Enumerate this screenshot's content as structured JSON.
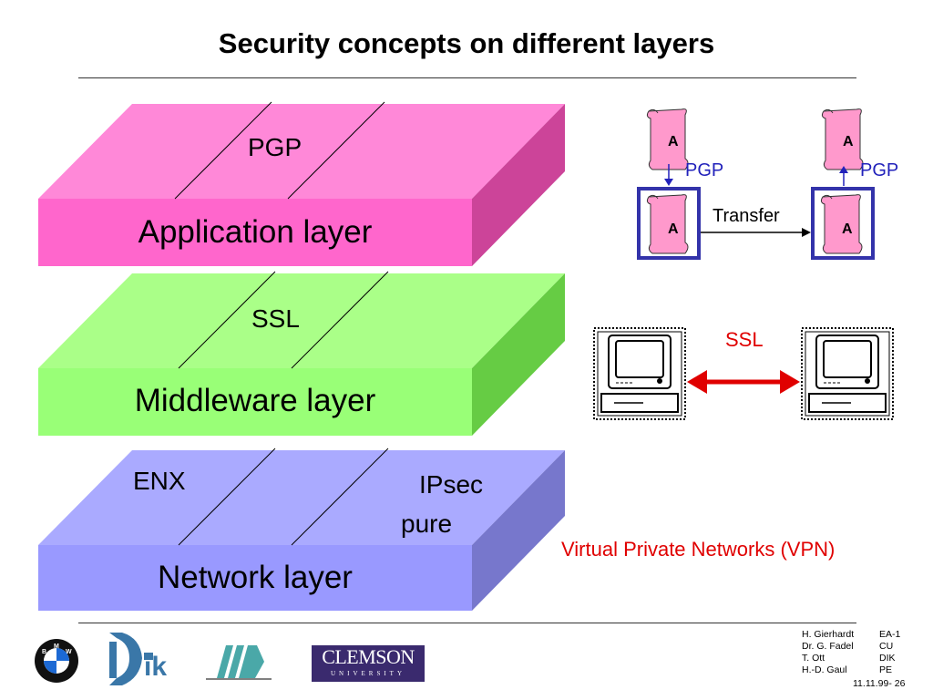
{
  "slide": {
    "title": "Security concepts on different layers"
  },
  "layers": {
    "application": {
      "label": "Application layer",
      "protocol": "PGP",
      "front": "#ff66cc",
      "top": "#ff88d8",
      "side": "#cc4499"
    },
    "middleware": {
      "label": "Middleware layer",
      "protocol": "SSL",
      "front": "#99ff77",
      "top": "#aaff88",
      "side": "#66cc44"
    },
    "network": {
      "label": "Network layer",
      "protocol_left": "ENX",
      "protocol_right_1": "IPsec",
      "protocol_right_2": "pure",
      "front": "#9999ff",
      "top": "#aaaaff",
      "side": "#7777cc"
    }
  },
  "pgp_diagram": {
    "doc_letter": "A",
    "pgp_left": "PGP",
    "pgp_right": "PGP",
    "transfer": "Transfer",
    "arrow_color": "#2222bb",
    "box_color": "#3333aa",
    "scroll_color": "#ff99cc"
  },
  "ssl_diagram": {
    "label": "SSL",
    "arrow_color": "#e00000"
  },
  "vpn": {
    "label": "Virtual Private Networks (VPN)"
  },
  "footer": {
    "authors": [
      {
        "name": "H. Gierhardt",
        "org": "EA-1"
      },
      {
        "name": "Dr. G. Fadel",
        "org": "CU"
      },
      {
        "name": "T. Ott",
        "org": "DIK"
      },
      {
        "name": "H.-D. Gaul",
        "org": "PE"
      }
    ],
    "date_page": "11.11.99- 26",
    "logos": {
      "bmw_letters": [
        "B",
        "M",
        "W"
      ],
      "dik": "ik",
      "clemson_name": "CLEMSON",
      "clemson_sub": "UNIVERSITY"
    }
  }
}
